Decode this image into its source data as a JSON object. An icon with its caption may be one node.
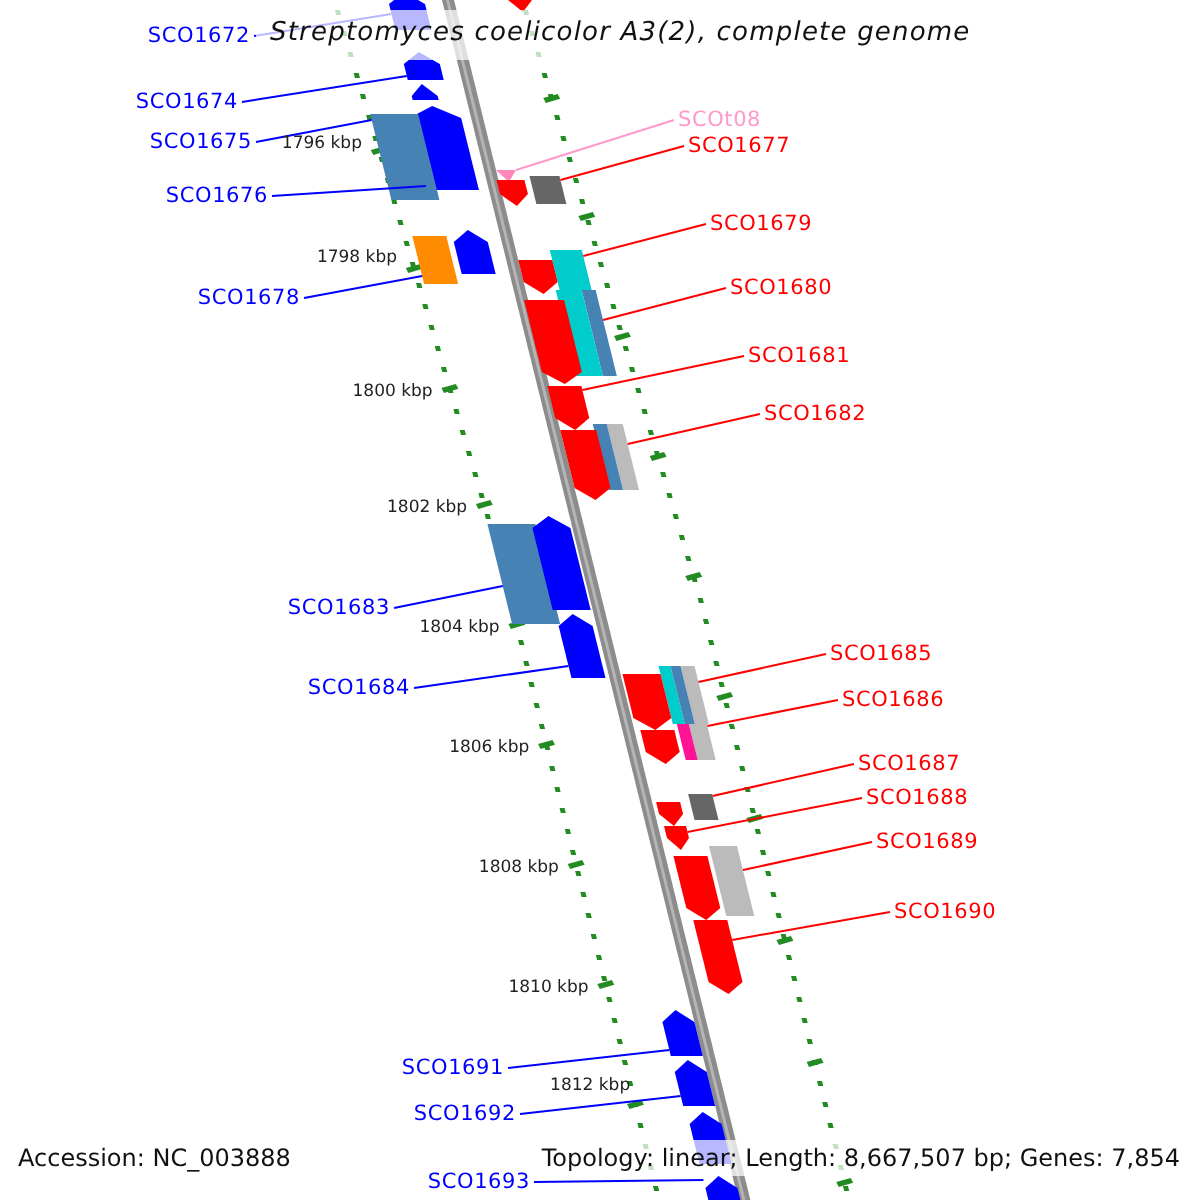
{
  "diagram": {
    "title": "Streptomyces coelicolor A3(2), complete genome",
    "nodes": [
      {
        "text": [
          "SCO1672"
        ]
      },
      {
        "text": [
          "SCO1674"
        ]
      },
      {
        "text": [
          "SCO1675"
        ]
      },
      {
        "text": [
          "SCOt08"
        ]
      },
      {
        "text": [
          "SCO1677"
        ]
      },
      {
        "text": [
          "SCO1676"
        ]
      },
      {
        "text": [
          "SCO1679"
        ]
      },
      {
        "text": [
          "SCO1678"
        ]
      },
      {
        "text": [
          "SCO1680"
        ]
      },
      {
        "text": [
          "SCO1681"
        ]
      },
      {
        "text": [
          "SCO1682"
        ]
      },
      {
        "text": [
          "SCO1683"
        ]
      },
      {
        "text": [
          "SCO1685"
        ]
      },
      {
        "text": [
          "SCO1684"
        ]
      },
      {
        "text": [
          "SCO1686"
        ]
      },
      {
        "text": [
          "SCO1687"
        ]
      },
      {
        "text": [
          "SCO1688"
        ]
      },
      {
        "text": [
          "SCO1689"
        ]
      },
      {
        "text": [
          "SCO1690"
        ]
      },
      {
        "text": [
          "SCO1691"
        ]
      },
      {
        "text": [
          "SCO1692"
        ]
      },
      {
        "text": [
          "SCO1693"
        ]
      },
      {
        "text": [],
        "shape": "arrow"
      },
      {
        "text": [],
        "shape": "arrow"
      },
      {
        "text": [],
        "shape": "arrow"
      },
      {
        "text": [],
        "shape": "box"
      },
      {
        "text": [],
        "shape": "arrow"
      },
      {
        "text": [],
        "shape": "box"
      },
      {
        "text": [],
        "shape": "box"
      },
      {
        "text": [],
        "shape": "box"
      },
      {
        "text": [],
        "shape": "box"
      },
      {
        "text": [],
        "shape": "arrow"
      },
      {
        "text": [],
        "shape": "box"
      },
      {
        "text": [],
        "shape": "box"
      },
      {
        "text": [],
        "shape": "arrow"
      },
      {
        "text": [],
        "shape": "box"
      },
      {
        "text": [],
        "shape": "box"
      },
      {
        "text": [],
        "shape": "box"
      },
      {
        "text": [],
        "shape": "arrow"
      },
      {
        "text": [],
        "shape": "box"
      },
      {
        "text": [],
        "shape": "arrow"
      },
      {
        "text": [],
        "shape": "arrow"
      },
      {
        "text": [],
        "shape": "arrow"
      },
      {
        "text": [],
        "shape": "arrow"
      },
      {
        "text": [],
        "shape": "arrow"
      },
      {
        "text": [],
        "shape": "arrow"
      },
      {
        "text": [],
        "shape": "arrow"
      },
      {
        "text": [],
        "shape": "arrow"
      },
      {
        "text": [],
        "shape": "arrow"
      },
      {
        "text": [],
        "shape": "box"
      },
      {
        "text": [],
        "shape": "arrow"
      },
      {
        "text": [],
        "shape": "box"
      },
      {
        "text": [],
        "shape": "arrow"
      },
      {
        "text": [],
        "shape": "arrow"
      },
      {
        "text": [],
        "shape": "box"
      },
      {
        "text": [],
        "shape": "box"
      },
      {
        "text": [],
        "shape": "arrow"
      },
      {
        "text": [],
        "shape": "box"
      },
      {
        "text": [],
        "shape": "arrow"
      },
      {
        "text": [],
        "shape": "arrow"
      },
      {
        "text": [],
        "shape": "arrow"
      },
      {
        "text": [],
        "shape": "arrow"
      }
    ],
    "edges": [
      {
        "from": 0,
        "to": 22,
        "arrow": "none",
        "color": "#0000ff"
      },
      {
        "from": 1,
        "to": 23,
        "arrow": "none",
        "color": "#0000ff"
      },
      {
        "from": 2,
        "to": 25,
        "arrow": "none",
        "color": "#0000ff"
      },
      {
        "from": 3,
        "to": 26,
        "arrow": "none",
        "color": "#ff99cc"
      },
      {
        "from": 4,
        "to": 27,
        "arrow": "none"
      },
      {
        "from": 5,
        "to": 24,
        "arrow": "none",
        "color": "#0000ff"
      },
      {
        "from": 6,
        "to": 29,
        "arrow": "none"
      },
      {
        "from": 7,
        "to": 28,
        "arrow": "none",
        "color": "#0000ff"
      },
      {
        "from": 8,
        "to": 30,
        "arrow": "none"
      },
      {
        "from": 9,
        "to": 31,
        "arrow": "none"
      },
      {
        "from": 10,
        "to": 32,
        "arrow": "none"
      },
      {
        "from": 11,
        "to": 33,
        "arrow": "none",
        "color": "#0000ff"
      },
      {
        "from": 12,
        "to": 35,
        "arrow": "none"
      },
      {
        "from": 13,
        "to": 34,
        "arrow": "none",
        "color": "#0000ff"
      },
      {
        "from": 14,
        "to": 36,
        "arrow": "none"
      },
      {
        "from": 15,
        "to": 37,
        "arrow": "none"
      },
      {
        "from": 16,
        "to": 38,
        "arrow": "none"
      },
      {
        "from": 17,
        "to": 39,
        "arrow": "none"
      },
      {
        "from": 18,
        "to": 40,
        "arrow": "none"
      },
      {
        "from": 19,
        "to": 41,
        "arrow": "none",
        "color": "#0000ff"
      },
      {
        "from": 20,
        "to": 42,
        "arrow": "none",
        "color": "#0000ff"
      },
      {
        "from": 21,
        "to": 43,
        "arrow": "none",
        "color": "#0000ff"
      }
    ],
    "labels": [
      "1796 kbp",
      "1798 kbp",
      "1800 kbp",
      "1802 kbp",
      "1804 kbp",
      "1806 kbp",
      "1808 kbp",
      "1810 kbp",
      "1812 kbp",
      "Accession: NC_003888",
      "Topology: linear; Length: 8,667,507 bp; Genes: 7,854"
    ]
  }
}
